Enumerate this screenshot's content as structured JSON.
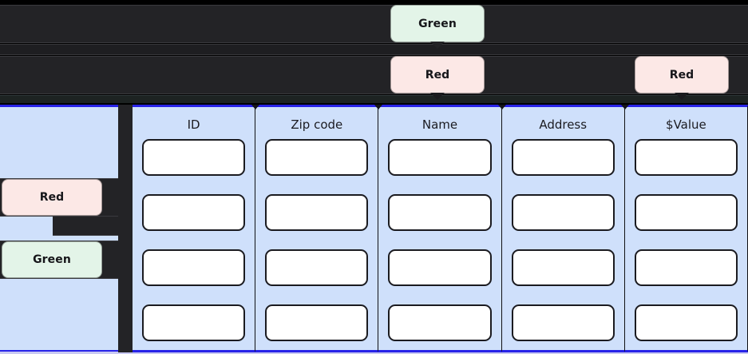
{
  "badges": {
    "top_green": {
      "label": "Green",
      "color": "#e3f4e8",
      "kind": "green"
    },
    "mid_red": {
      "label": "Red",
      "color": "#fce8e6",
      "kind": "red"
    },
    "right_red": {
      "label": "Red",
      "color": "#fce8e6",
      "kind": "red"
    },
    "side_red": {
      "label": "Red",
      "color": "#fce8e6",
      "kind": "red"
    },
    "side_green": {
      "label": "Green",
      "color": "#e3f4e8",
      "kind": "green"
    }
  },
  "table": {
    "columns": [
      {
        "header": "ID",
        "cells": [
          "",
          "",
          "",
          ""
        ]
      },
      {
        "header": "Zip code",
        "cells": [
          "",
          "",
          "",
          ""
        ]
      },
      {
        "header": "Name",
        "cells": [
          "",
          "",
          "",
          ""
        ]
      },
      {
        "header": "Address",
        "cells": [
          "",
          "",
          "",
          ""
        ]
      },
      {
        "header": "$Value",
        "cells": [
          "",
          "",
          "",
          ""
        ]
      }
    ],
    "row_count": 4,
    "panel_color": "#cfe0fb",
    "border_color": "#2823e8",
    "cell_color": "#ffffff"
  },
  "theme": {
    "background": "#000000",
    "dark_bar": "#232326",
    "accent_blue": "#2823e8"
  }
}
